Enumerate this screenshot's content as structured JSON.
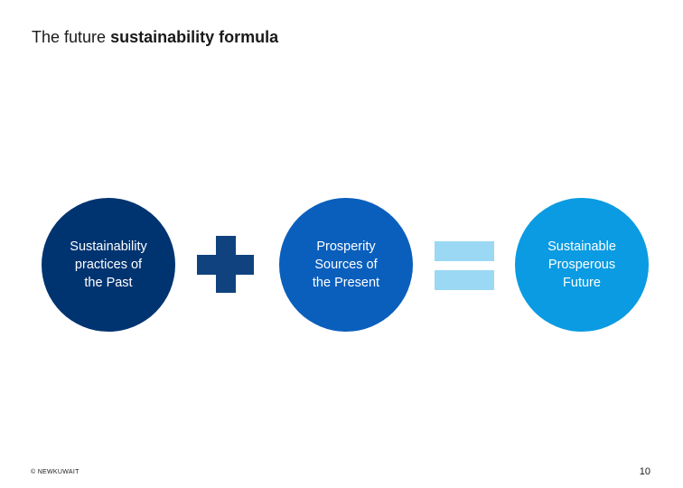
{
  "slide": {
    "title_prefix": "The future",
    "title_bold": "sustainability formula"
  },
  "circles": [
    {
      "lines": [
        "Sustainability",
        "practices of",
        "the Past"
      ],
      "color": "#003471"
    },
    {
      "lines": [
        "Prosperity",
        "Sources of",
        "the Present"
      ],
      "color": "#0a5fbd"
    },
    {
      "lines": [
        "Sustainable",
        "Prosperous",
        "Future"
      ],
      "color": "#0a9be2"
    }
  ],
  "operators": {
    "plus_icon": "plus-icon",
    "plus_color": "#10427f",
    "equals_icon": "equals-icon",
    "equals_color": "#9bd8f4"
  },
  "footer": {
    "copyright": "© NEWKUWAIT",
    "page_number": "10"
  }
}
